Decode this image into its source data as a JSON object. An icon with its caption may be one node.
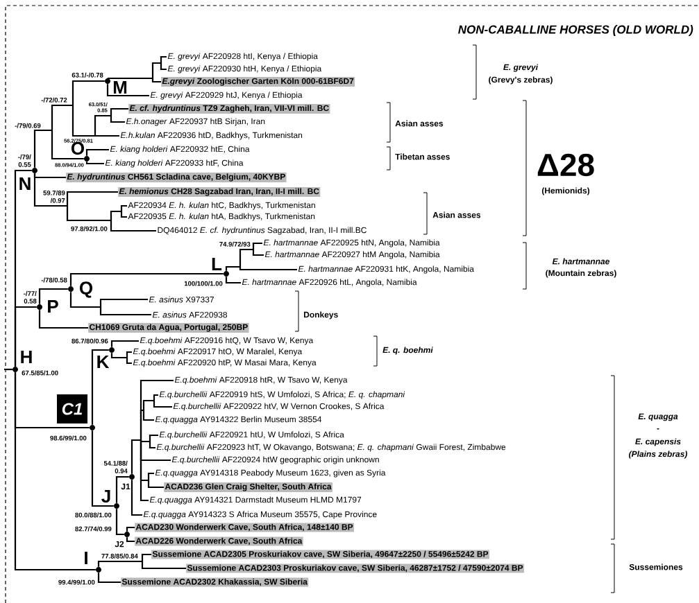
{
  "diagram": {
    "title": "NON-CABALLINE HORSES (OLD WORLD)",
    "nodes": [
      {
        "text": [
          "*E. grevyi* AF220928 htI, Kenya / Ethiopia"
        ]
      },
      {
        "text": [
          "*E. grevyi* AF220930 htH, Kenya / Ethiopia"
        ]
      },
      {
        "text": [
          "*E.grevyi* Zoologischer Garten Köln 000-61BF6D7"
        ]
      },
      {
        "text": [
          "*E. grevyi* AF220929 htJ, Kenya / Ethiopia"
        ]
      },
      {
        "text": [
          "*E. cf. hydruntinus* TZ9 Zagheh, Iran, VII-VI mill. BC"
        ]
      },
      {
        "text": [
          "*E.h.onager* AF220937 htB Sirjan, Iran"
        ]
      },
      {
        "text": [
          "*E.h.kulan* AF220936 htD, Badkhys, Turkmenistan"
        ]
      },
      {
        "text": [
          "*E. kiang holderi* AF220932 htE, China"
        ]
      },
      {
        "text": [
          "*E. kiang holderi* AF220933 htF, China"
        ]
      },
      {
        "text": [
          "*E. hydruntinus* CH561 Scladina cave, Belgium, 40KYBP"
        ]
      },
      {
        "text": [
          "*E. hemionus* CH28 Sagzabad Iran, Iran, II-I mill. BC"
        ]
      },
      {
        "text": [
          "AF220934 *E. h. kulan* htC, Badkhys, Turkmenistan"
        ]
      },
      {
        "text": [
          "AF220935 *E. h. kulan* htA, Badkhys, Turkmenistan"
        ]
      },
      {
        "text": [
          "DQ464012 *E. cf. hydruntinus* Sagzabad, Iran, II-I mill.BC"
        ]
      },
      {
        "text": [
          "*E. hartmannae* AF220925 htN, Angola, Namibia"
        ]
      },
      {
        "text": [
          "*E. hartmannae* AF220927 htM Angola, Namibia"
        ]
      },
      {
        "text": [
          "*E. hartmannae* AF220931 htK, Angola, Namibia"
        ]
      },
      {
        "text": [
          "*E. hartmannae* AF220926 htL, Angola, Namibia"
        ]
      },
      {
        "text": [
          "*E. asinus* X97337"
        ]
      },
      {
        "text": [
          "*E. asinus* AF220938"
        ]
      },
      {
        "text": [
          "CH1069 Gruta da Agua, Portugal, 250BP"
        ]
      },
      {
        "text": [
          "*E.q.boehmi* AF220916 htQ, W Tsavo W, Kenya"
        ]
      },
      {
        "text": [
          "*E.q.boehmi* AF220917 htO, W Maralel, Kenya"
        ]
      },
      {
        "text": [
          "*E.q.boehmi* AF220920 htP, W Masai Mara, Kenya"
        ]
      },
      {
        "text": [
          "*E.q.boehmi* AF220918 htR, W Tsavo W, Kenya"
        ]
      },
      {
        "text": [
          "*E.q.burchellii* AF220919 htS, W Umfolozi, S Africa; *E. q. chapmani*"
        ]
      },
      {
        "text": [
          "*E.q.burchellii* AF220922 htV, W Vernon Crookes, S Africa"
        ]
      },
      {
        "text": [
          "*E.q.quagga* AY914322 Berlin Museum 38554"
        ]
      },
      {
        "text": [
          "*E.q.burchellii* AF220921 htU, W Umfolozi, S Africa"
        ]
      },
      {
        "text": [
          "*E.q.burchellii* AF220923 htT, W Okavango, Botswana; *E. q. chapmani* Gwaii Forest, Zimbabwe"
        ]
      },
      {
        "text": [
          "*E.q.burchellii* AF220924 htW geographic origin unknown"
        ]
      },
      {
        "text": [
          "*E.q.quagga* AY914318 Peabody Museum 1623, given as Syria"
        ]
      },
      {
        "text": [
          "ACAD236 Glen Craig Shelter, South Africa"
        ]
      },
      {
        "text": [
          "*E.q.quagga* AY914321 Darmstadt Museum HLMD M1797"
        ]
      },
      {
        "text": [
          "*E.q.quagga* AY914323 S Africa Museum 35575, Cape Province"
        ]
      },
      {
        "text": [
          "ACAD230 Wonderwerk Cave, South Africa, 148±140 BP"
        ]
      },
      {
        "text": [
          "ACAD226 Wonderwerk Cave, South Africa"
        ]
      },
      {
        "text": [
          "Sussemione ACAD2305 Proskuriakov cave, SW Siberia, 49647±2250 / 55496±5242 BP"
        ]
      },
      {
        "text": [
          "Sussemione ACAD2303 Proskuriakov cave, SW Siberia, 46287±1752 / 47590±2074 BP"
        ]
      },
      {
        "text": [
          "Sussemione ACAD2302 Khakassia, SW Siberia"
        ]
      },
      {
        "text": [],
        "shape": "circle",
        "beside": [
          "M",
          "63.1/-/0.78"
        ]
      },
      {
        "text": [],
        "shape": "circle",
        "beside": [
          "O",
          "88.0/94/1.00"
        ]
      },
      {
        "text": [],
        "shape": "circle",
        "beside": [
          "N",
          "-/79/ 0.55"
        ]
      },
      {
        "text": [],
        "shape": "circle",
        "beside": [
          "L",
          "100/100/1.00"
        ]
      },
      {
        "text": [],
        "shape": "circle",
        "beside": [
          "Q",
          "-/78/0.58"
        ]
      },
      {
        "text": [],
        "shape": "circle",
        "beside": [
          "P",
          "-/77/ 0.58"
        ]
      },
      {
        "text": [],
        "shape": "circle",
        "beside": [
          "H",
          "67.5/85/1.00"
        ]
      },
      {
        "text": [],
        "shape": "circle",
        "beside": [
          "K",
          "86.7/80/0.96"
        ]
      },
      {
        "text": [],
        "shape": "circle",
        "beside": [
          "C1",
          "98.6/99/1.00"
        ]
      },
      {
        "text": [],
        "shape": "circle",
        "beside": [
          "J",
          "80.0/88/1.00"
        ]
      },
      {
        "text": [],
        "shape": "circle",
        "beside": [
          "J1",
          "54.1/88/ 0.94"
        ]
      },
      {
        "text": [],
        "shape": "circle",
        "beside": [
          "J2",
          "82.7/74/0.99"
        ]
      },
      {
        "text": [],
        "shape": "circle",
        "beside": [
          "I",
          "99.4/99/1.00"
        ]
      }
    ],
    "edges": [
      {
        "from": null,
        "to": 46,
        "arrow": "none"
      },
      {
        "from": 46,
        "to": 42,
        "arrow": "none"
      },
      {
        "from": 46,
        "to": 45,
        "arrow": "none"
      },
      {
        "from": 46,
        "to": 48,
        "arrow": "none"
      },
      {
        "from": 46,
        "to": 52,
        "arrow": "none"
      },
      {
        "from": 42,
        "to": 40,
        "arrow": "none"
      },
      {
        "from": 42,
        "to": 4,
        "arrow": "none"
      },
      {
        "from": 42,
        "to": 5,
        "arrow": "none"
      },
      {
        "from": 42,
        "to": 6,
        "arrow": "none"
      },
      {
        "from": 42,
        "to": 41,
        "arrow": "none"
      },
      {
        "from": 42,
        "to": 9,
        "arrow": "none"
      },
      {
        "from": 42,
        "to": 10,
        "arrow": "none"
      },
      {
        "from": 42,
        "to": 11,
        "arrow": "none"
      },
      {
        "from": 42,
        "to": 12,
        "arrow": "none"
      },
      {
        "from": 42,
        "to": 13,
        "arrow": "none"
      },
      {
        "from": 40,
        "to": 0,
        "arrow": "none"
      },
      {
        "from": 40,
        "to": 1,
        "arrow": "none"
      },
      {
        "from": 40,
        "to": 2,
        "arrow": "none"
      },
      {
        "from": 40,
        "to": 3,
        "arrow": "none"
      },
      {
        "from": 41,
        "to": 7,
        "arrow": "none"
      },
      {
        "from": 41,
        "to": 8,
        "arrow": "none"
      },
      {
        "from": 45,
        "to": 44,
        "arrow": "none"
      },
      {
        "from": 45,
        "to": 20,
        "arrow": "none"
      },
      {
        "from": 44,
        "to": 43,
        "arrow": "none"
      },
      {
        "from": 44,
        "to": 18,
        "arrow": "none"
      },
      {
        "from": 44,
        "to": 19,
        "arrow": "none"
      },
      {
        "from": 43,
        "to": 14,
        "arrow": "none"
      },
      {
        "from": 43,
        "to": 15,
        "arrow": "none"
      },
      {
        "from": 43,
        "to": 16,
        "arrow": "none"
      },
      {
        "from": 43,
        "to": 17,
        "arrow": "none"
      },
      {
        "from": 48,
        "to": 47,
        "arrow": "none"
      },
      {
        "from": 48,
        "to": 49,
        "arrow": "none"
      },
      {
        "from": 47,
        "to": 21,
        "arrow": "none"
      },
      {
        "from": 47,
        "to": 22,
        "arrow": "none"
      },
      {
        "from": 47,
        "to": 23,
        "arrow": "none"
      },
      {
        "from": 49,
        "to": 50,
        "arrow": "none"
      },
      {
        "from": 49,
        "to": 51,
        "arrow": "none"
      },
      {
        "from": 50,
        "to": 24,
        "arrow": "none"
      },
      {
        "from": 50,
        "to": 25,
        "arrow": "none"
      },
      {
        "from": 50,
        "to": 26,
        "arrow": "none"
      },
      {
        "from": 50,
        "to": 27,
        "arrow": "none"
      },
      {
        "from": 50,
        "to": 28,
        "arrow": "none"
      },
      {
        "from": 50,
        "to": 29,
        "arrow": "none"
      },
      {
        "from": 50,
        "to": 30,
        "arrow": "none"
      },
      {
        "from": 50,
        "to": 31,
        "arrow": "none"
      },
      {
        "from": 50,
        "to": 32,
        "arrow": "none"
      },
      {
        "from": 50,
        "to": 33,
        "arrow": "none"
      },
      {
        "from": 50,
        "to": 34,
        "arrow": "none"
      },
      {
        "from": 51,
        "to": 35,
        "arrow": "none"
      },
      {
        "from": 51,
        "to": 36,
        "arrow": "none"
      },
      {
        "from": 52,
        "to": 37,
        "arrow": "none"
      },
      {
        "from": 52,
        "to": 38,
        "arrow": "none"
      },
      {
        "from": 52,
        "to": 39,
        "arrow": "none"
      }
    ],
    "labels": [
      "E. grevyi",
      "(Grevy's zebras)",
      "-/72/0.72",
      "63.0/51/ 0.85",
      "Asian asses",
      "-/79/0.69",
      "56.2/75/0.81",
      "Tibetan asses",
      "Δ28",
      "(Hemionids)",
      "59.7/89 /0.97",
      "Asian asses",
      "97.8/92/1.00",
      "74.9/72/93",
      "E. hartmannae",
      "(Mountain zebras)",
      "Donkeys",
      "E. q. boehmi",
      "E. quagga",
      "-",
      "E. capensis",
      "(Plains zebras)",
      "77.8/85/0.84",
      "Sussemiones"
    ]
  }
}
